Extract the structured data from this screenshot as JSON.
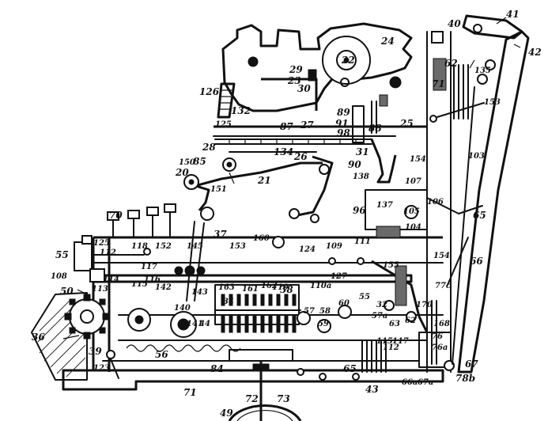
{
  "labels": [
    "40",
    "41",
    "42",
    "24",
    "22",
    "29",
    "23",
    "30",
    "62",
    "71",
    "135",
    "126",
    "132",
    "125",
    "87",
    "27",
    "89",
    "91",
    "98",
    "88",
    "25",
    "153",
    "103",
    "28",
    "134",
    "26",
    "31",
    "90",
    "138",
    "154",
    "85",
    "150",
    "20",
    "21",
    "151",
    "107",
    "106",
    "105",
    "104",
    "96",
    "137",
    "70",
    "37",
    "65",
    "66",
    "55",
    "108",
    "125",
    "112",
    "113",
    "114",
    "118",
    "117",
    "152",
    "115",
    "116",
    "142",
    "145",
    "153",
    "160",
    "124",
    "109",
    "111",
    "154",
    "77c",
    "110",
    "110a",
    "127",
    "155",
    "143",
    "163",
    "161",
    "162",
    "38",
    "34",
    "44",
    "57",
    "58",
    "59",
    "60",
    "55",
    "32",
    "57a",
    "63",
    "62",
    "170",
    "168",
    "76",
    "76a",
    "50",
    "36",
    "140",
    "141",
    "39",
    "123",
    "56",
    "84",
    "65",
    "115",
    "112",
    "117",
    "67",
    "78b",
    "71",
    "72",
    "73",
    "43",
    "49",
    "66a",
    "67a"
  ]
}
